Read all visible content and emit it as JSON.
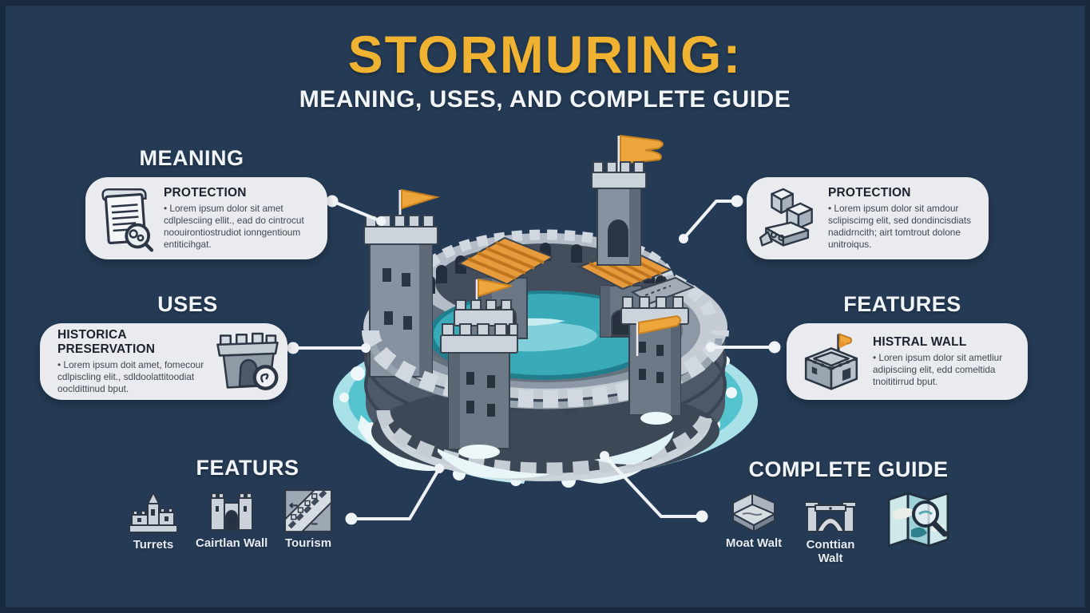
{
  "title": {
    "main": "STORMURING:",
    "subtitle": "MEANING, USES, AND COMPLETE GUIDE"
  },
  "sections": {
    "meaning": {
      "heading": "MEANING",
      "card": {
        "title": "PROTECTION",
        "body": "• Lorem ipsum dolor sit amet cdlplesciing ellit., ead do cintrocut noouirontiostrudiot ionngentioum entiticihgat.",
        "icon": "scroll-magnifier-icon"
      }
    },
    "protection": {
      "card": {
        "title": "PROTECTION",
        "body": "• Lorem ipsum dolor sit amdour sclipiscimg elit, sed dondincisdiats nadidrncith; airt tomtrout dolone unitroiqus.",
        "icon": "stone-blocks-icon"
      }
    },
    "uses": {
      "heading": "USES",
      "card": {
        "title": "HISTORICA PRESERVATION",
        "body": "• Lorem ipsum doit amet, fomecour cdlpiscling elit., sdldoolattitoodiat oocldittinud bput.",
        "icon": "tower-magnifier-icon"
      }
    },
    "features": {
      "heading": "FEATURES",
      "card": {
        "title": "HISTRAL WALL",
        "body": "• Loren ipsum dolor sit ametliur adipisciing elit, edd comeltida tnoititirrud bput.",
        "icon": "keep-flag-icon"
      }
    },
    "features_bottom": {
      "heading": "FEATURS",
      "items": [
        {
          "label": "Turrets",
          "icon": "turrets-icon"
        },
        {
          "label": "Cairtlan Wall",
          "icon": "gate-wall-icon"
        },
        {
          "label": "Tourism",
          "icon": "great-wall-icon"
        }
      ]
    },
    "guide": {
      "heading": "COMPLETE GUIDE",
      "items": [
        {
          "label": "Moat Walt",
          "icon": "moat-wall-icon"
        },
        {
          "label": "Conttian Walt",
          "icon": "arch-bridge-icon"
        },
        {
          "label": "",
          "icon": "map-magnifier-icon"
        }
      ]
    }
  },
  "colors": {
    "background": "#253B55",
    "title_accent": "#F0B231",
    "heading_text": "#F2F5F8",
    "card_bg": "#E9EBEE",
    "card_title": "#1A222D",
    "card_body": "#3E4856",
    "connector": "#F1F4F7",
    "flag_orange": "#EDA63B",
    "roof_orange": "#E89B3D",
    "water_teal": "#39AAB8",
    "stone_light": "#C6CCD4",
    "stone_dark": "#4D5868"
  }
}
